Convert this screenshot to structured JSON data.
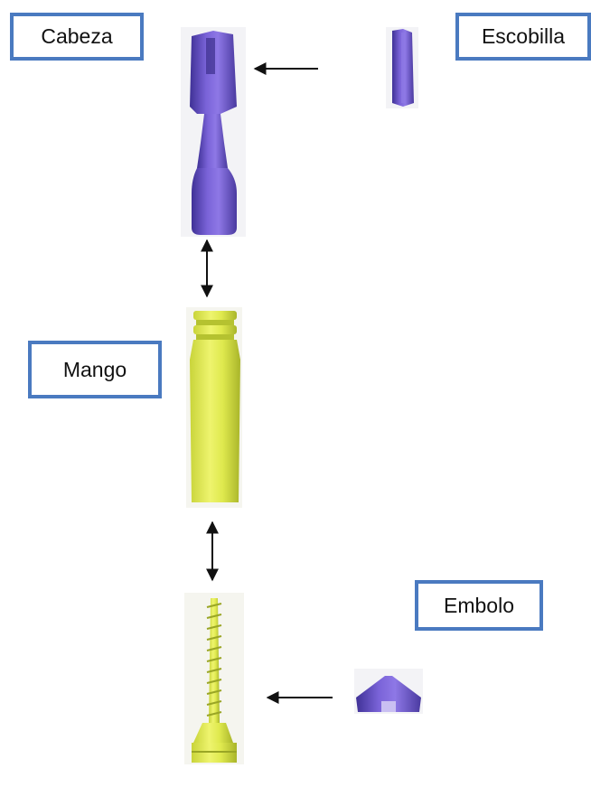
{
  "labels": {
    "cabeza": "Cabeza",
    "escobilla": "Escobilla",
    "mango": "Mango",
    "embolo": "Embolo"
  },
  "colors": {
    "box_border": "#4a7ac0",
    "purple_part": "#6b55c8",
    "purple_shade": "#4a3aa0",
    "yellow_part": "#dde84a",
    "yellow_shade": "#b5c230",
    "arrow": "#111111"
  },
  "parts": [
    {
      "name": "cabeza",
      "color": "purple"
    },
    {
      "name": "escobilla",
      "color": "purple"
    },
    {
      "name": "mango",
      "color": "yellow"
    },
    {
      "name": "embolo",
      "color": "purple"
    },
    {
      "name": "piston-rod",
      "color": "yellow"
    }
  ],
  "connectors": [
    {
      "from": "escobilla",
      "to": "cabeza",
      "type": "single-arrow"
    },
    {
      "from": "cabeza",
      "to": "mango",
      "type": "double-arrow"
    },
    {
      "from": "mango",
      "to": "piston-rod",
      "type": "double-arrow"
    },
    {
      "from": "embolo",
      "to": "piston-rod",
      "type": "single-arrow"
    }
  ]
}
